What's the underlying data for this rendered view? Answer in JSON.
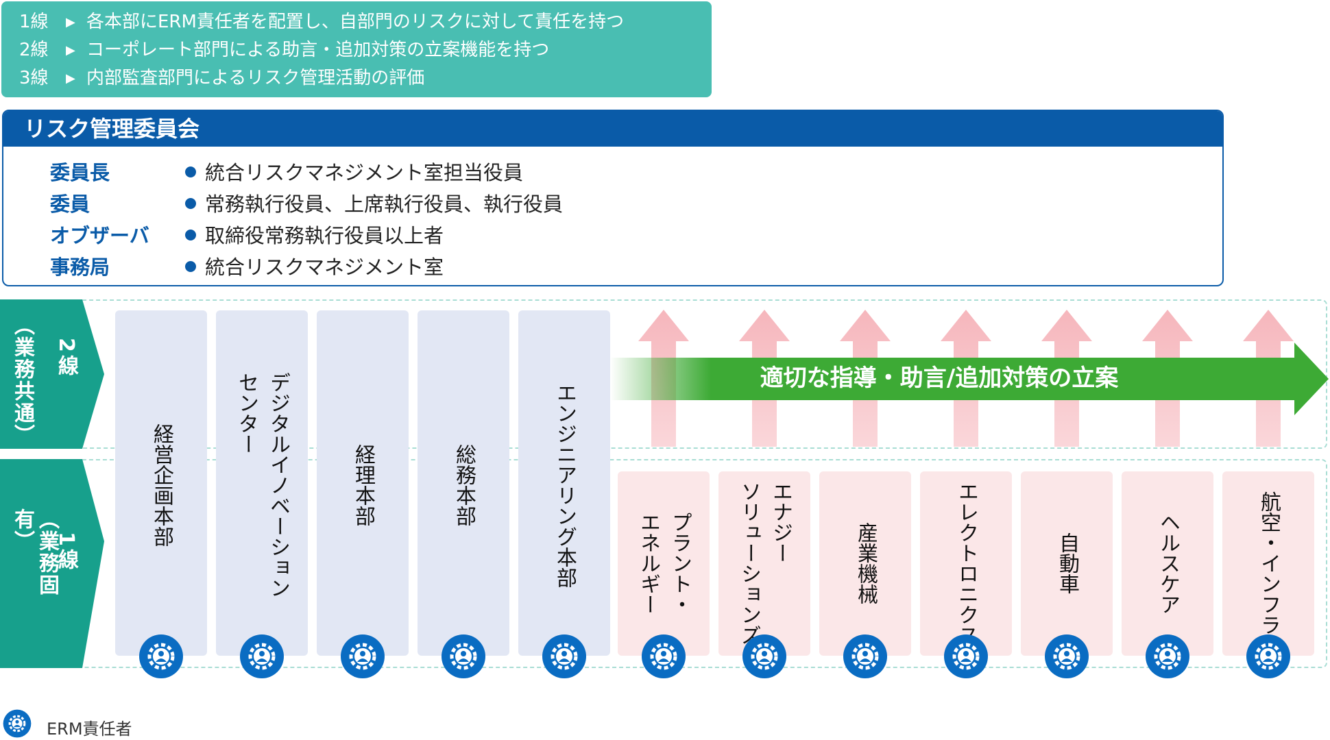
{
  "lines_summary": [
    {
      "num": "1線",
      "text": "各本部にERM責任者を配置し、自部門のリスクに対して責任を持つ"
    },
    {
      "num": "2線",
      "text": "コーポレート部門による助言・追加対策の立案機能を持つ"
    },
    {
      "num": "3線",
      "text": "内部監査部門によるリスク管理活動の評価"
    }
  ],
  "committee": {
    "title": "リスク管理委員会",
    "members": [
      {
        "role": "委員長",
        "desc": "統合リスクマネジメント室担当役員"
      },
      {
        "role": "委員",
        "desc": "常務執行役員、上席執行役員、執行役員"
      },
      {
        "role": "オブザーバ",
        "desc": "取締役常務執行役員以上者"
      },
      {
        "role": "事務局",
        "desc": "統合リスクマネジメント室"
      }
    ]
  },
  "line2_tab": {
    "label": "（業務共通）",
    "num": "2線"
  },
  "line1_tab": {
    "label": "（業務固有）",
    "num": "1線"
  },
  "common_departments": [
    "経営企画本部",
    "デジタルイノベーション\nセンター",
    "経理本部",
    "総務本部",
    "エンジニアリング本部"
  ],
  "business_units": [
    "プラント・\nエネルギー",
    "エナジー\nソリューションズ",
    "産業機械",
    "エレクトロニクス",
    "自動車",
    "ヘルスケア",
    "航空・インフラ"
  ],
  "guidance_arrow_text": "適切な指導・助言/追加対策の立案",
  "legend": {
    "icon": "erm-person-gear-icon",
    "label": "ERM責任者"
  },
  "colors": {
    "teal": "#49BEB2",
    "navy": "#0A5BA8",
    "tab_green": "#17A08C",
    "arrow_green": "#3DAA35",
    "blue_col": "#E2E7F4",
    "pink_col": "#FBE7E8",
    "pink_arrow": "#F6B6BC"
  }
}
